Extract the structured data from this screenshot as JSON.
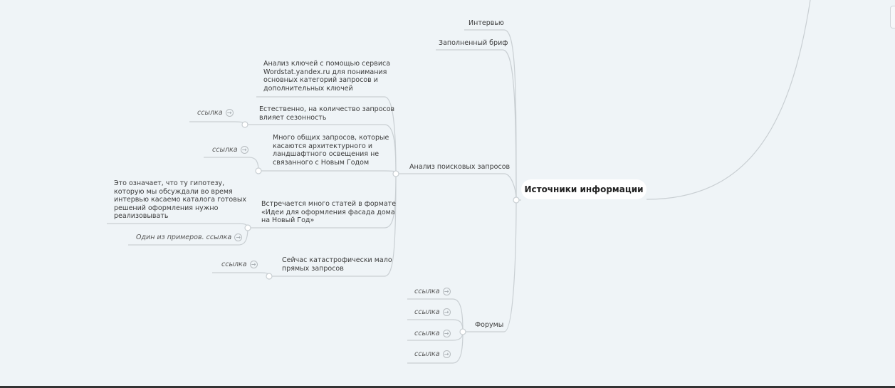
{
  "mindmap": {
    "root": "Источники информации",
    "branches": {
      "interview": "Интервью",
      "brief": "Заполненный бриф",
      "search": "Анализ поисковых запросов",
      "forums": "Форумы"
    },
    "search_children": {
      "wordstat": [
        "Анализ ключей с помощью сервиса",
        "Wordstat.yandex.ru для понимания",
        "основных категорий запросов и",
        "дополнительных ключей"
      ],
      "season": [
        "Естественно, на количество запросов",
        "влияет сезонность"
      ],
      "general": [
        "Много общих запросов, которые",
        "касаются архитектурного и",
        "ландшафтного освещения не",
        "связанного с Новым Годом"
      ],
      "articles": [
        "Встречается много статей в формате",
        "«Идеи для оформления фасада дома",
        "на Новый Год»"
      ],
      "direct": [
        "Сейчас катастрофически мало",
        "прямых запросов"
      ]
    },
    "hypothesis": [
      "Это означает, что ту гипотезу,",
      "которую мы обсуждали во время",
      "интервью касаемо каталога готовых",
      "решений оформления нужно",
      "реализовывать"
    ],
    "link_label": "ссылка",
    "example_link": "Один из примеров. ссылка",
    "arrow_glyph": "→"
  }
}
